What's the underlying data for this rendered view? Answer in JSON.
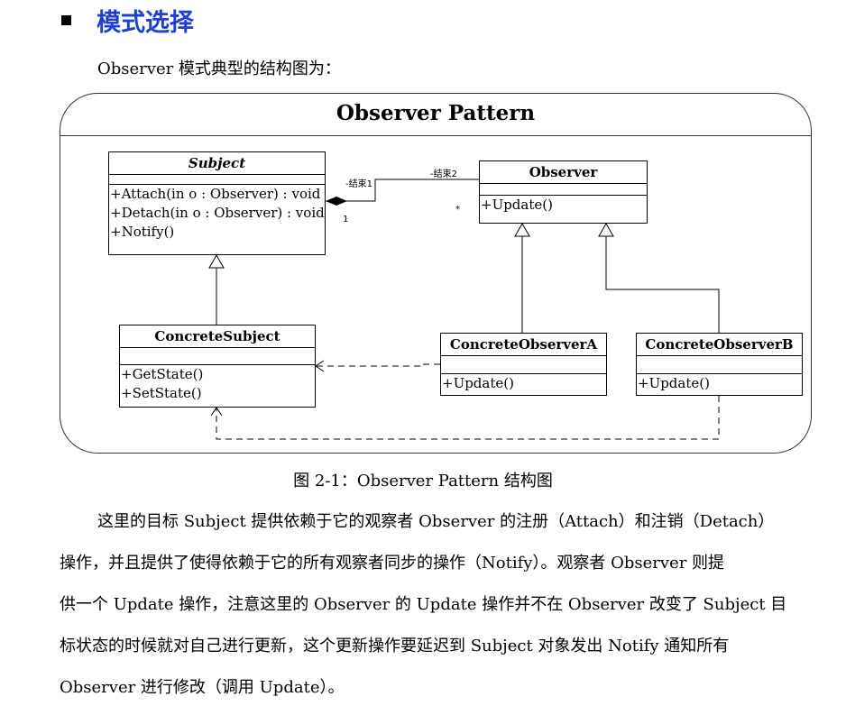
{
  "section": {
    "title": "模式选择"
  },
  "intro": {
    "text": "Observer 模式典型的结构图为："
  },
  "diagram": {
    "title": "Observer Pattern",
    "subject": {
      "name": "Subject",
      "operations": [
        "+Attach(in o : Observer) : void",
        "+Detach(in o : Observer) : void",
        "+Notify()"
      ]
    },
    "observer": {
      "name": "Observer",
      "operations": [
        "+Update()"
      ]
    },
    "concrete_subject": {
      "name": "ConcreteSubject",
      "operations": [
        "+GetState()",
        "+SetState()"
      ]
    },
    "concrete_observer_a": {
      "name": "ConcreteObserverA",
      "operations": [
        "+Update()"
      ]
    },
    "concrete_observer_b": {
      "name": "ConcreteObserverB",
      "operations": [
        "+Update()"
      ]
    },
    "association": {
      "end1_label": "-结束1",
      "end1_multiplicity": "1",
      "end2_label": "-结束2",
      "end2_multiplicity": "*"
    }
  },
  "caption": "图 2-1：Observer Pattern 结构图",
  "body": {
    "lines": [
      "这里的目标 Subject 提供依赖于它的观察者 Observer 的注册（Attach）和注销（Detach）",
      "操作，并且提供了使得依赖于它的所有观察者同步的操作（Notify）。观察者 Observer 则提",
      "供一个 Update 操作，注意这里的 Observer 的 Update 操作并不在 Observer 改变了 Subject 目",
      "标状态的时候就对自己进行更新，这个更新操作要延迟到 Subject 对象发出 Notify 通知所有",
      "Observer 进行修改（调用 Update）。"
    ]
  }
}
